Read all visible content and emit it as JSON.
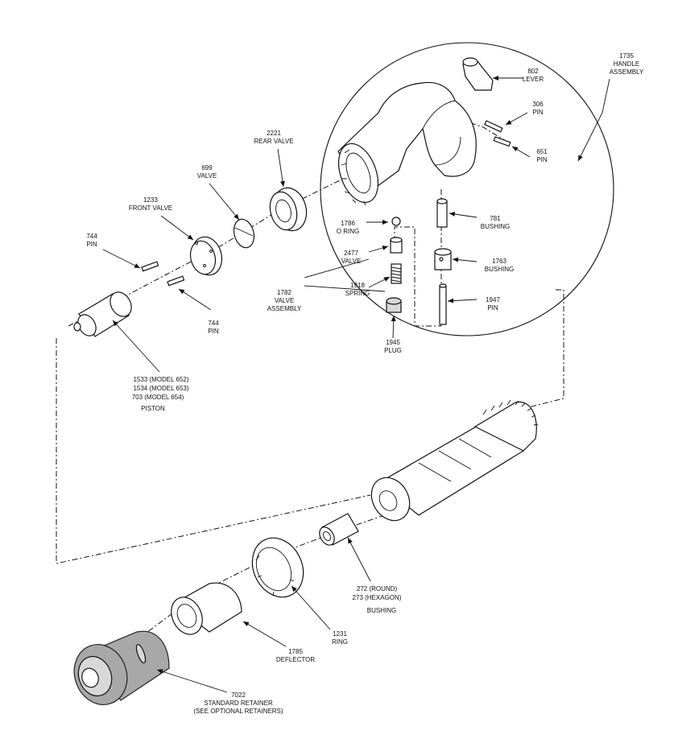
{
  "labels": {
    "handle_assembly": [
      "1735",
      "HANDLE",
      "ASSEMBLY"
    ],
    "lever": [
      "802",
      "LEVER"
    ],
    "pin_306": [
      "306",
      "PIN"
    ],
    "pin_651": [
      "651",
      "PIN"
    ],
    "bushing_781": [
      "781",
      "BUSHING"
    ],
    "bushing_1763": [
      "1763",
      "BUSHING"
    ],
    "pin_1947": [
      "1947",
      "PIN"
    ],
    "o_ring": [
      "1786",
      "O RING"
    ],
    "valve_2477": [
      "2477",
      "VALVE"
    ],
    "spring": [
      "1918",
      "SPRING"
    ],
    "plug": [
      "1945",
      "PLUG"
    ],
    "valve_assembly": [
      "1782",
      "VALVE",
      "ASSEMBLY"
    ],
    "rear_valve": [
      "2221",
      "REAR VALVE"
    ],
    "valve_699": [
      "699",
      "VALVE"
    ],
    "front_valve": [
      "1233",
      "FRONT VALVE"
    ],
    "pin_744_a": [
      "744",
      "PIN"
    ],
    "pin_744_b": [
      "744",
      "PIN"
    ],
    "piston": [
      "1533 (MODEL 652)",
      "1534 (MODEL 653)",
      "703  (MODEL 654)",
      "PISTON"
    ],
    "bushing_272": [
      "272 (ROUND)",
      "273 (HEXAGON)",
      "BUSHING"
    ],
    "ring": [
      "1231",
      "RING"
    ],
    "deflector": [
      "1785",
      "DEFLECTOR"
    ],
    "retainer": [
      "7022",
      "STANDARD RETAINER",
      "(SEE OPTIONAL RETAINERS)"
    ]
  }
}
